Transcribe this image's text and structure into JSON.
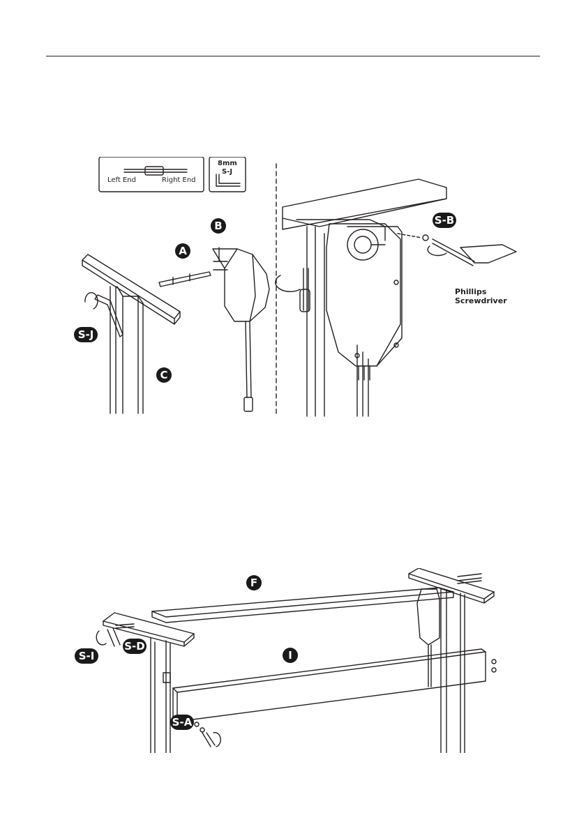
{
  "legend": {
    "left_end": "Left End",
    "right_end": "Right End",
    "wrench_size": "8mm",
    "wrench_code": "S-J"
  },
  "labels_top": {
    "a": "A",
    "b": "B",
    "c": "C",
    "sj": "S-J",
    "sb": "S-B"
  },
  "tool": {
    "line1": "Phillips",
    "line2": "Screwdriver"
  },
  "labels_bottom": {
    "f": "F",
    "i": "I",
    "si": "S-I",
    "sd": "S-D",
    "sa": "S-A"
  }
}
